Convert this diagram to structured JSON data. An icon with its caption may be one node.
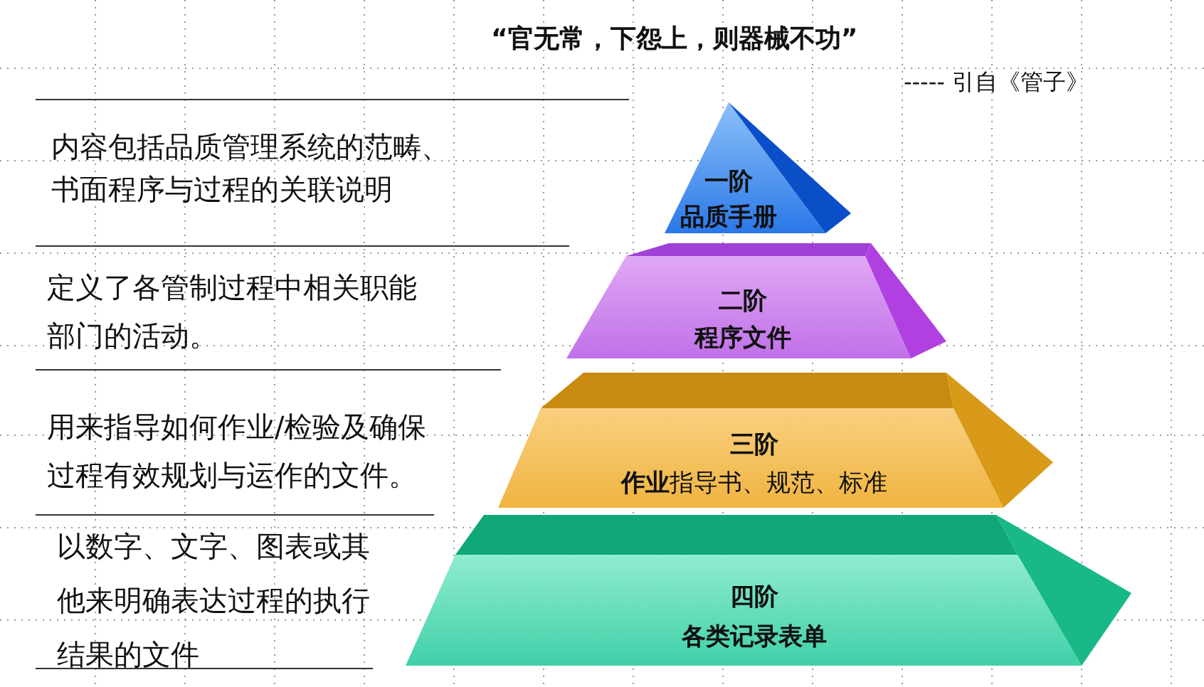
{
  "diagram": {
    "nodes": [
      {
        "text": [
          "一阶",
          "品质手册"
        ]
      },
      {
        "text": [
          "二阶",
          "程序文件"
        ]
      },
      {
        "text": [
          "三阶",
          "**作业**指导书、规范、标准"
        ]
      },
      {
        "text": [
          "四阶",
          "各类记录表单"
        ]
      }
    ],
    "labels": [
      "“官无常，下怨上，则器械不功”",
      "----- 引自《管子》",
      "内容包括品质管理系统的范畴、书面程序与过程的关联说明",
      "定义了各管制过程中相关职能部门的活动。",
      "用来指导如何作业/检验及确保过程有效规划与运作的文件。",
      "以数字、文字、图表或其他来明确表达过程的执行结果的文件"
    ]
  }
}
